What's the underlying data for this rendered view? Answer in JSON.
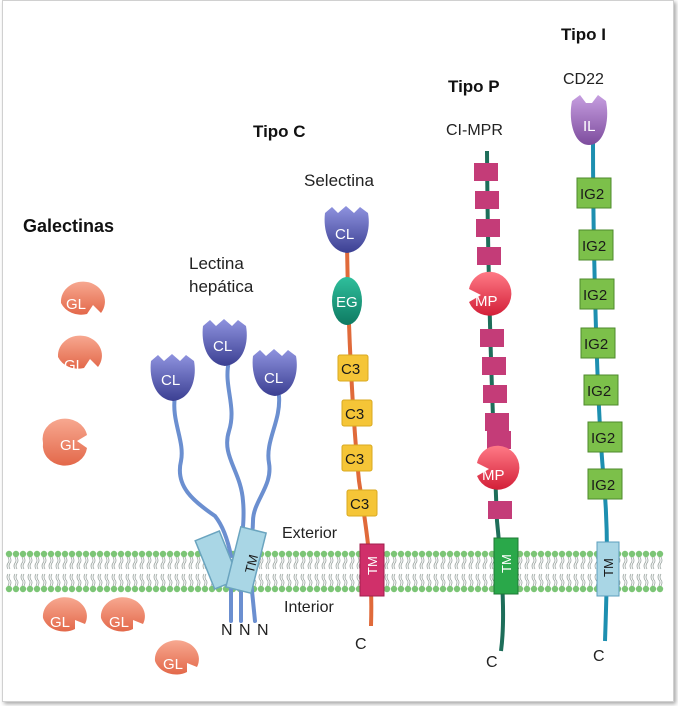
{
  "headings": {
    "galectinas": "Galectinas",
    "tipo_c": "Tipo C",
    "tipo_p": "Tipo P",
    "tipo_i": "Tipo I"
  },
  "labels": {
    "lectina_line1": "Lectina",
    "lectina_line2": "hepática",
    "selectina": "Selectina",
    "ci_mpr": "CI-MPR",
    "cd22": "CD22",
    "exterior": "Exterior",
    "interior": "Interior"
  },
  "domains": {
    "gl": "GL",
    "cl": "CL",
    "eg": "EG",
    "c3": "C3",
    "tm": "TM",
    "mp": "MP",
    "il": "IL",
    "ig2": "IG2"
  },
  "termini": {
    "n": "N",
    "c": "C"
  },
  "colors": {
    "galectin": "#f08a6e",
    "ctype_lectin": "#5a5fb0",
    "egf": "#16a085",
    "c3": "#f5c537",
    "tm_selectin": "#d0306a",
    "tm_ptype": "#2aa84a",
    "tm_itype": "#a9d6e5",
    "mpr_box": "#c43c78",
    "mpr_domain": "#e02e4c",
    "il": "#9a6ab5",
    "ig2": "#7cc04a",
    "membrane_head": "#7cc576",
    "stalk_blue": "#6b8fd0",
    "stalk_orange": "#e06a3a",
    "stalk_green": "#1e6e5a",
    "stalk_teal": "#1d8fb0"
  }
}
